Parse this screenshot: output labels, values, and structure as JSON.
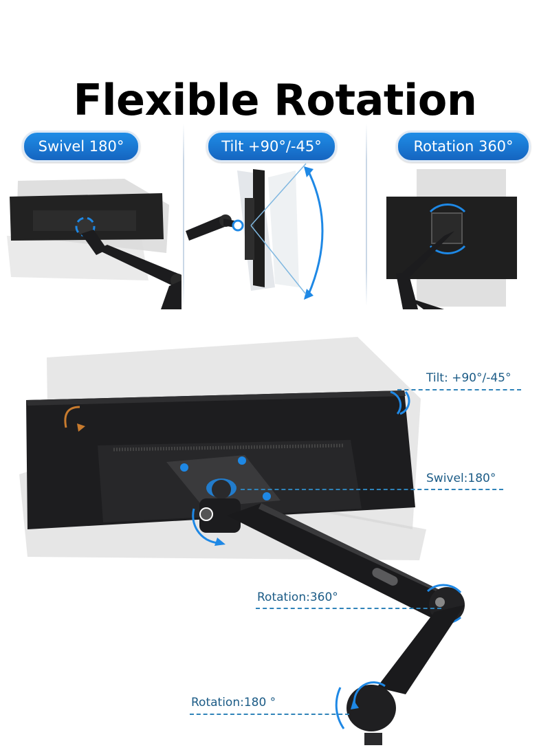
{
  "title": "Flexible Rotation",
  "panels": [
    {
      "badge": "Swivel 180°"
    },
    {
      "badge": "Tilt +90°/-45°"
    },
    {
      "badge": "Rotation 360°"
    }
  ],
  "callouts": {
    "tilt": "Tilt:  +90°/-45°",
    "swivel": "Swivel:180°",
    "rotation360": "Rotation:360°",
    "rotation180": "Rotation:180 °"
  },
  "colors": {
    "accent": "#1e88e5",
    "callout_text": "#1b5b86",
    "arm": "#1c1c1e",
    "ghost": "#d6d6d6"
  }
}
